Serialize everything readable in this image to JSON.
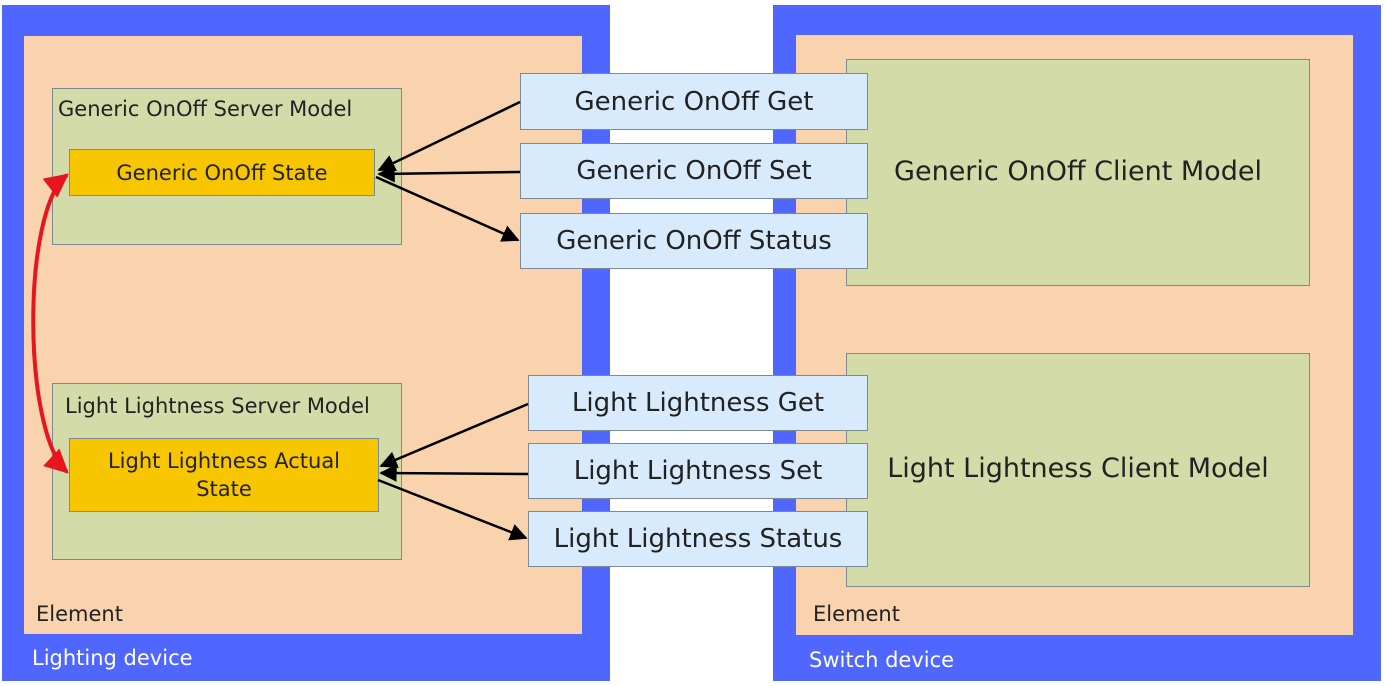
{
  "lighting_device": {
    "label": "Lighting device",
    "element_label": "Element",
    "generic_server": {
      "title": "Generic OnOff Server Model",
      "state": "Generic OnOff State"
    },
    "lightness_server": {
      "title": "Light Lightness Server Model",
      "state_line1": "Light Lightness Actual",
      "state_line2": "State"
    }
  },
  "switch_device": {
    "label": "Switch device",
    "element_label": "Element",
    "generic_client": "Generic OnOff Client Model",
    "lightness_client": "Light Lightness Client Model"
  },
  "messages": {
    "generic_get": "Generic OnOff Get",
    "generic_set": "Generic OnOff Set",
    "generic_status": "Generic OnOff Status",
    "lightness_get": "Light Lightness Get",
    "lightness_set": "Light Lightness Set",
    "lightness_status": "Light Lightness Status"
  },
  "colors": {
    "device": "#4f66ff",
    "element": "#f8d3ad",
    "model": "#d3dba8",
    "state": "#f7c600",
    "message": "#d8ebfc",
    "binding_arrow": "#e8141e"
  }
}
